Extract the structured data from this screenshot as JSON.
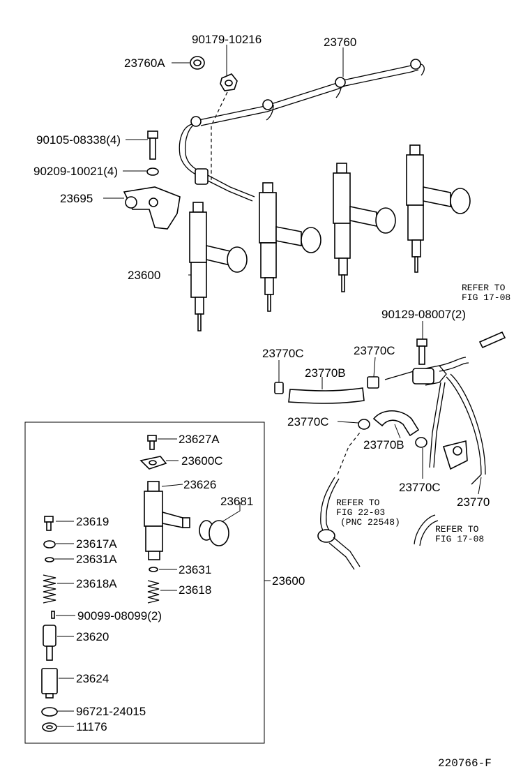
{
  "labels": {
    "p90179": "90179-10216",
    "p23760": "23760",
    "p23760A": "23760A",
    "p90105": "90105-08338(4)",
    "p90209": "90209-10021(4)",
    "p23695": "23695",
    "p23600_top": "23600",
    "p90129": "90129-08007(2)",
    "p23770C_1": "23770C",
    "p23770C_2": "23770C",
    "p23770B_1": "23770B",
    "p23770C_3": "23770C",
    "p23770B_2": "23770B",
    "p23770C_4": "23770C",
    "p23770": "23770",
    "p23627A": "23627A",
    "p23600C": "23600C",
    "p23626": "23626",
    "p23681": "23681",
    "p23619": "23619",
    "p23617A": "23617A",
    "p23631A": "23631A",
    "p23631": "23631",
    "p23618A": "23618A",
    "p23618": "23618",
    "p23600_box": "23600",
    "p90099": "90099-08099(2)",
    "p23620": "23620",
    "p23624": "23624",
    "p96721": "96721-24015",
    "p11176": "11176"
  },
  "refs": {
    "r1_a": "REFER TO",
    "r1_b": "FIG 17-08",
    "r2_a": "REFER TO",
    "r2_b": "FIG 22-03",
    "r2_c": "(PNC 22548)",
    "r3_a": "REFER TO",
    "r3_b": "FIG 17-08"
  },
  "figure_code": "220766-F"
}
